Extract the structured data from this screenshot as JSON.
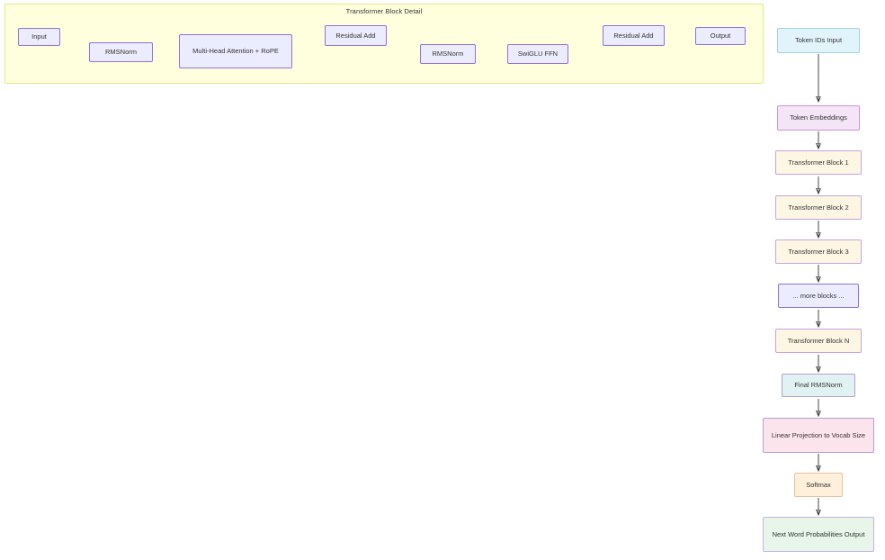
{
  "diagram": {
    "type": "flowchart",
    "subgraph": {
      "title": "Transformer Block Detail",
      "nodes": [
        {
          "id": "input",
          "label": "Input",
          "style": "fill-lavender"
        },
        {
          "id": "rmsnorm1",
          "label": "RMSNorm",
          "style": "fill-lavender"
        },
        {
          "id": "mha",
          "label": "Multi-Head Attention + RoPE",
          "style": "fill-lavender"
        },
        {
          "id": "residual1",
          "label": "Residual Add",
          "style": "fill-lavender"
        },
        {
          "id": "rmsnorm2",
          "label": "RMSNorm",
          "style": "fill-lavender"
        },
        {
          "id": "swiglu",
          "label": "SwiGLU FFN",
          "style": "fill-lavender"
        },
        {
          "id": "residual2",
          "label": "Residual Add",
          "style": "fill-lavender"
        },
        {
          "id": "output",
          "label": "Output",
          "style": "fill-lavender"
        }
      ],
      "edges": [
        {
          "from": "input",
          "to": "rmsnorm1"
        },
        {
          "from": "input",
          "to": "residual1",
          "kind": "skip"
        },
        {
          "from": "rmsnorm1",
          "to": "mha"
        },
        {
          "from": "mha",
          "to": "residual1"
        },
        {
          "from": "residual1",
          "to": "rmsnorm2"
        },
        {
          "from": "residual1",
          "to": "residual2",
          "kind": "skip"
        },
        {
          "from": "rmsnorm2",
          "to": "swiglu"
        },
        {
          "from": "swiglu",
          "to": "residual2"
        },
        {
          "from": "residual2",
          "to": "output"
        }
      ]
    },
    "pipeline": {
      "nodes": [
        {
          "id": "token_ids",
          "label": "Token IDs Input",
          "style": "fill-blue"
        },
        {
          "id": "embeddings",
          "label": "Token Embeddings",
          "style": "fill-purple"
        },
        {
          "id": "block1",
          "label": "Transformer Block 1",
          "style": "fill-cream"
        },
        {
          "id": "block2",
          "label": "Transformer Block 2",
          "style": "fill-cream"
        },
        {
          "id": "block3",
          "label": "Transformer Block 3",
          "style": "fill-cream"
        },
        {
          "id": "more_blocks",
          "label": "... more blocks ...",
          "style": "fill-lavender"
        },
        {
          "id": "blockN",
          "label": "Transformer Block N",
          "style": "fill-cream"
        },
        {
          "id": "final_norm",
          "label": "Final RMSNorm",
          "style": "fill-mint"
        },
        {
          "id": "linear_proj",
          "label": "Linear Projection to Vocab Size",
          "style": "fill-pink"
        },
        {
          "id": "softmax",
          "label": "Softmax",
          "style": "fill-peach"
        },
        {
          "id": "next_word",
          "label": "Next Word Probabilities Output",
          "style": "fill-green"
        }
      ],
      "edges": [
        {
          "from": "token_ids",
          "to": "embeddings"
        },
        {
          "from": "embeddings",
          "to": "block1"
        },
        {
          "from": "block1",
          "to": "block2"
        },
        {
          "from": "block2",
          "to": "block3"
        },
        {
          "from": "block3",
          "to": "more_blocks"
        },
        {
          "from": "more_blocks",
          "to": "blockN"
        },
        {
          "from": "blockN",
          "to": "final_norm"
        },
        {
          "from": "final_norm",
          "to": "linear_proj"
        },
        {
          "from": "linear_proj",
          "to": "softmax"
        },
        {
          "from": "softmax",
          "to": "next_word"
        }
      ]
    },
    "colors": {
      "panel_fill": "#ffffde",
      "panel_border": "#e6e68a",
      "edge": "#333333",
      "lavender": "#ececff",
      "lavender_border": "#9370db",
      "blue": "#e1f3fb",
      "purple": "#f3e5f5",
      "cream": "#fdf6e3",
      "mint": "#e0f2f1",
      "pink": "#fce4ec",
      "peach": "#fff0db",
      "green": "#e8f5e9"
    }
  }
}
